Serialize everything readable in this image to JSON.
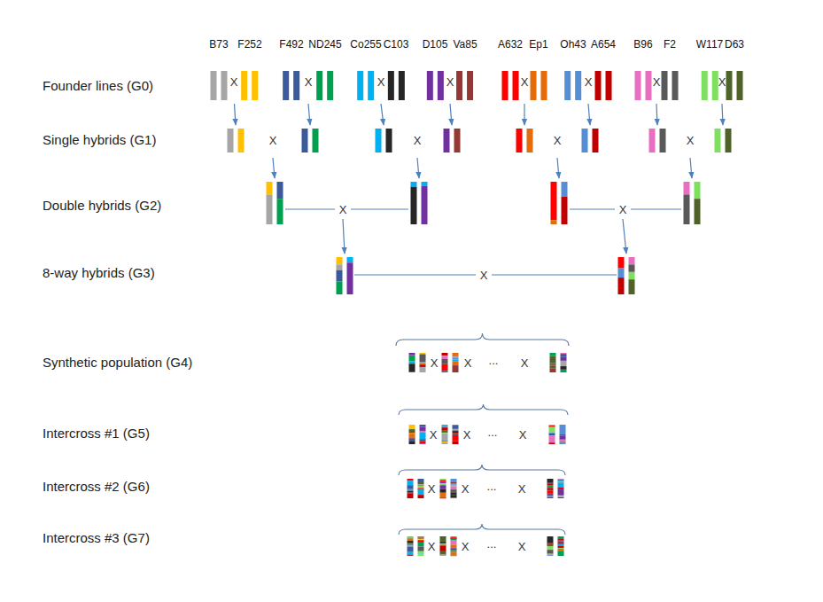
{
  "diagram": {
    "nodes": [
      {
        "text": [
          "B73"
        ]
      },
      {
        "text": [
          "F252"
        ]
      },
      {
        "text": [
          "F492"
        ]
      },
      {
        "text": [
          "ND245"
        ]
      },
      {
        "text": [
          "Co255"
        ]
      },
      {
        "text": [
          "C103"
        ]
      },
      {
        "text": [
          "D105"
        ]
      },
      {
        "text": [
          "Va85"
        ]
      },
      {
        "text": [
          "A632"
        ]
      },
      {
        "text": [
          "Ep1"
        ]
      },
      {
        "text": [
          "Oh43"
        ]
      },
      {
        "text": [
          "A654"
        ]
      },
      {
        "text": [
          "B96"
        ]
      },
      {
        "text": [
          "F2"
        ]
      },
      {
        "text": [
          "W117"
        ]
      },
      {
        "text": [
          "D63"
        ]
      }
    ],
    "labels": [
      "Founder lines (G0)",
      "X",
      "X",
      "X",
      "X",
      "X",
      "X",
      "X",
      "X",
      "Single hybrids (G1)",
      "X",
      "X",
      "X",
      "X",
      "Double hybrids (G2)",
      "X",
      "X",
      "8-way hybrids (G3)",
      "X",
      "Synthetic population (G4)",
      "X",
      "X",
      "...",
      "X",
      "Intercross #1 (G5)",
      "X",
      "X",
      "...",
      "X",
      "Intercross #2 (G6)",
      "X",
      "X",
      "...",
      "X",
      "Intercross #3 (G7)",
      "X",
      "X",
      "...",
      "X"
    ]
  }
}
